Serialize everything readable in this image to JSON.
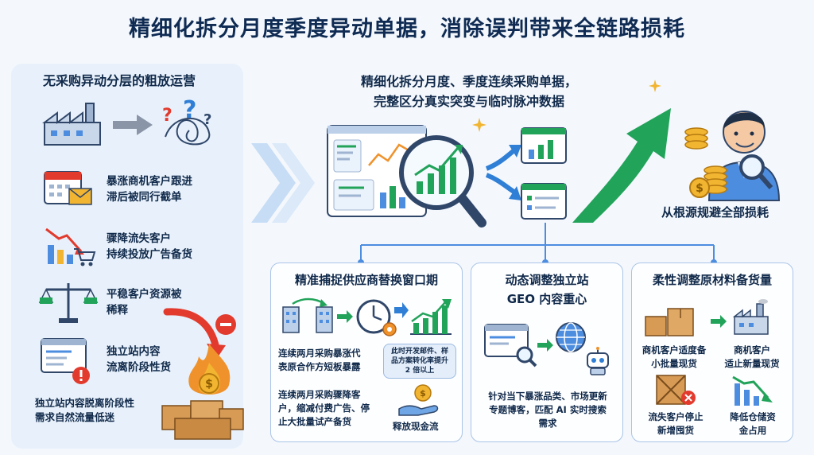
{
  "title": "精细化拆分月度季度异动单据，消除误判带来全链路损耗",
  "left": {
    "heading": "无采购异动分层的粗放运营",
    "items": [
      {
        "label_l1": "暴涨商机客户跟进",
        "label_l2": "滞后被同行截单"
      },
      {
        "label_l1": "骤降流失客户",
        "label_l2": "持续投放广告备货"
      },
      {
        "label_l1": "平稳客户资源被",
        "label_l2": "稀释"
      },
      {
        "label_l1": "独立站内容",
        "label_l2": "流离阶段性货"
      }
    ],
    "footer_l1": "独立站内容脱离阶段性",
    "footer_l2": "需求自然流量低迷"
  },
  "right": {
    "heading_l1": "精细化拆分月度、季度连续采购单据，",
    "heading_l2": "完整区分真实突变与临时脉冲数据",
    "result": "从根源规避全部损耗"
  },
  "cards": {
    "c1": {
      "title": "精准捕捉供应商替换窗口期",
      "text1_l1": "连续两月采购暴涨代",
      "text1_l2": "表原合作方短板暴露",
      "bubble_l1": "此时开发邮件、样",
      "bubble_l2": "品方案转化率提升",
      "bubble_l3": "2 倍以上",
      "text2_l1": "连续两月采购骤降客",
      "text2_l2": "户，缩减付费广告、停",
      "text2_l3": "止大批量试产备货",
      "cash": "释放现金流"
    },
    "c2": {
      "title_l1": "动态调整独立站",
      "title_l2": "GEO 内容重心",
      "text_l1": "针对当下暴涨品类、市场更新",
      "text_l2": "专题博客，匹配 AI 实时搜索",
      "text_l3": "需求"
    },
    "c3": {
      "title": "柔性调整原材料备货量",
      "a_l1": "商机客户适度备",
      "a_l2": "小批量现货",
      "b_l1": "商机客户",
      "b_l2": "适止新量现货",
      "c_l1": "流失客户停止",
      "c_l2": "新增囤货",
      "d_l1": "降低仓储资",
      "d_l2": "金占用"
    }
  },
  "colors": {
    "navy": "#0f2b53",
    "green": "#22a35a",
    "blue": "#2f7fd6",
    "orange": "#f0922b",
    "red": "#e23b2e",
    "gold": "#f2b531"
  },
  "icons": [
    "factory-icon",
    "confused-scribble-icon",
    "calendar-icon",
    "envelope-icon",
    "down-chart-icon",
    "shopping-cart-icon",
    "balance-scale-icon",
    "warning-icon",
    "fire-icon",
    "boxes-icon",
    "minus-icon",
    "dashboard-icon",
    "magnifier-icon",
    "growth-arrow-icon",
    "businessman-icon",
    "coins-icon",
    "buildings-icon",
    "clock-gear-icon",
    "growth-chart-icon",
    "hand-coin-icon",
    "globe-icon",
    "robot-icon",
    "factory-icon",
    "cross-box-icon",
    "decline-chart-icon"
  ]
}
